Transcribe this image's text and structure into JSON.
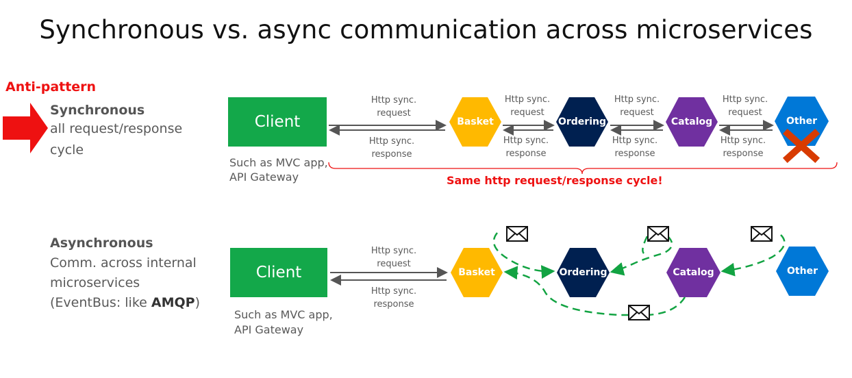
{
  "title": "Synchronous vs. async communication across microservices",
  "anti_pattern": "Anti-pattern",
  "sync": {
    "heading": "Synchronous",
    "line1": "all request/response",
    "line2": "cycle",
    "client": "Client",
    "caption1": "Such as MVC app,",
    "caption2": "API Gateway",
    "req_line1": "Http sync.",
    "req_line2": "request",
    "resp_line1": "Http sync.",
    "resp_line2": "response",
    "services": [
      "Basket",
      "Ordering",
      "Catalog",
      "Other"
    ],
    "cycle_note": "Same http request/response  cycle!"
  },
  "async": {
    "heading": "Asynchronous",
    "line1": "Comm. across internal",
    "line2": "microservices",
    "line3_prefix": "(EventBus: like ",
    "line3_bold": "AMQP",
    "line3_suffix": ")",
    "client": "Client",
    "caption1": "Such as MVC app,",
    "caption2": "API Gateway",
    "req_line1": "Http sync.",
    "req_line2": "request",
    "resp_line1": "Http sync.",
    "resp_line2": "response",
    "services": [
      "Basket",
      "Ordering",
      "Catalog",
      "Other"
    ]
  },
  "colors": {
    "client": "#13a84a",
    "basket": "#ffb900",
    "ordering": "#002050",
    "catalog": "#7030a0",
    "other": "#0078d7",
    "alert": "#ee1111",
    "event_line": "#12a342",
    "cross": "#d83b01"
  },
  "icons": [
    "arrow-right-icon",
    "envelope-icon",
    "cross-icon"
  ]
}
